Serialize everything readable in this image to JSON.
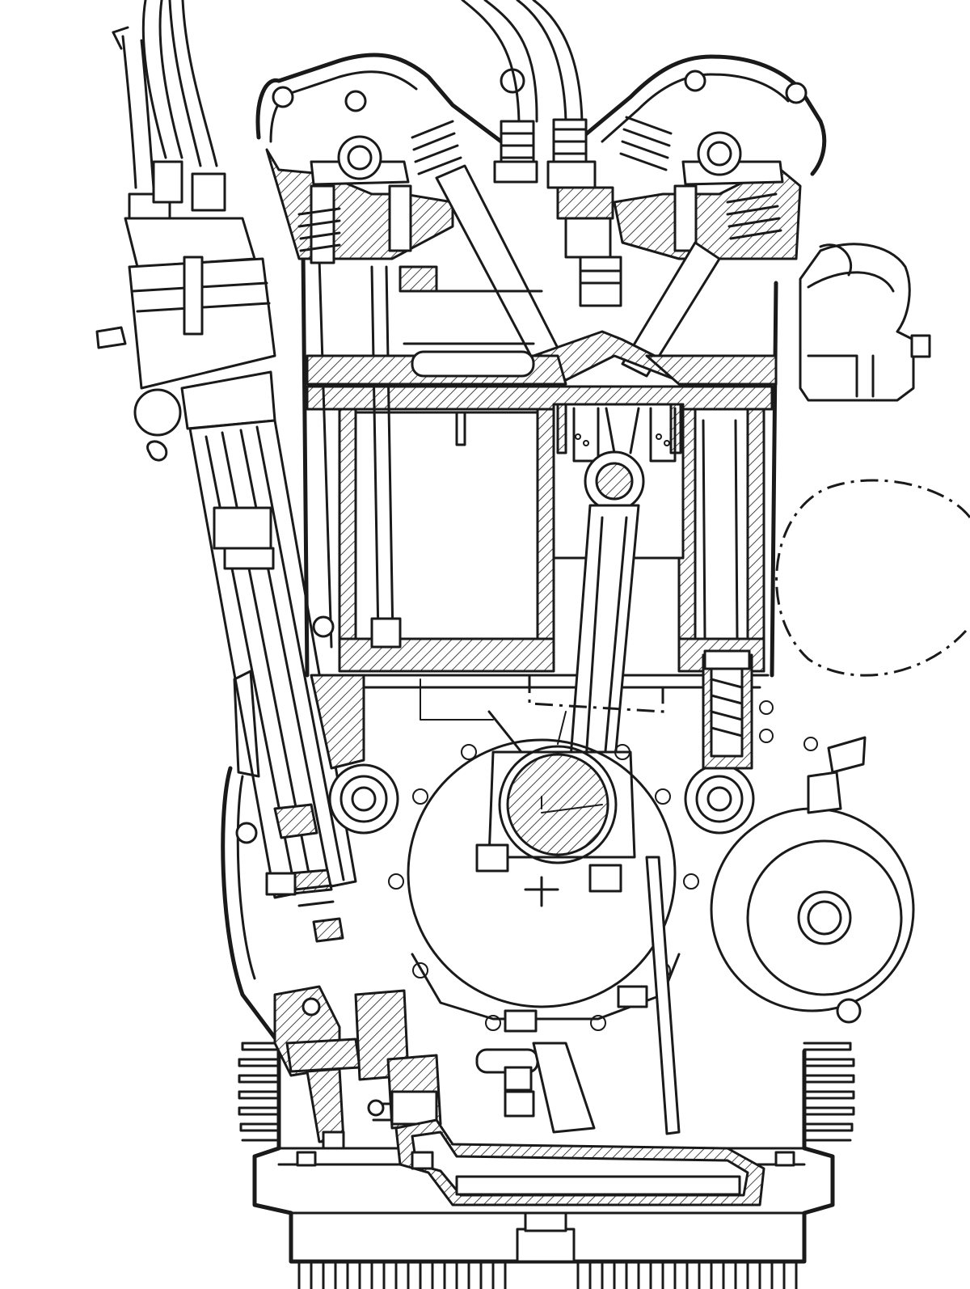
{
  "figure": {
    "kind": "engine cross-section line drawing",
    "stroke_color": "#1a1a1a",
    "hatch_color": "#1a1a1a",
    "background": "#ffffff",
    "components": [
      {
        "id": "distributor",
        "icon": "distributor-icon"
      },
      {
        "id": "ignition-leads",
        "icon": "cable-icon"
      },
      {
        "id": "cylinder-head-left",
        "icon": "cylinder-head-icon"
      },
      {
        "id": "cylinder-head-right",
        "icon": "cylinder-head-icon"
      },
      {
        "id": "spark-plugs",
        "icon": "spark-plug-icon"
      },
      {
        "id": "piston",
        "icon": "piston-icon"
      },
      {
        "id": "connecting-rod",
        "icon": "connecting-rod-icon"
      },
      {
        "id": "crankshaft",
        "icon": "crankshaft-icon"
      },
      {
        "id": "camshafts",
        "icon": "camshaft-icon"
      },
      {
        "id": "starter-motor",
        "icon": "starter-motor-icon"
      },
      {
        "id": "oil-pump",
        "icon": "oil-pump-icon"
      },
      {
        "id": "sump",
        "icon": "sump-icon"
      },
      {
        "id": "exhaust-port",
        "icon": "exhaust-port-icon"
      },
      {
        "id": "flywheel-outline",
        "icon": "flywheel-icon"
      }
    ]
  }
}
